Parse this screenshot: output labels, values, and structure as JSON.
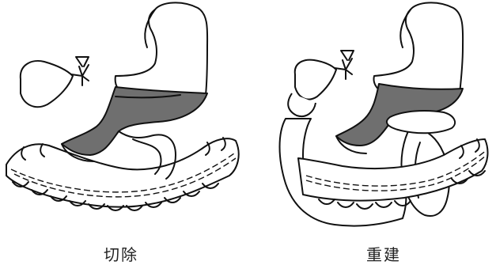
{
  "panels": [
    {
      "id": "resection",
      "caption": "切除"
    },
    {
      "id": "reconstruction",
      "caption": "重建"
    }
  ],
  "colors": {
    "resected_region": "#6f6f6f",
    "outline": "#111111",
    "background": "#ffffff"
  }
}
